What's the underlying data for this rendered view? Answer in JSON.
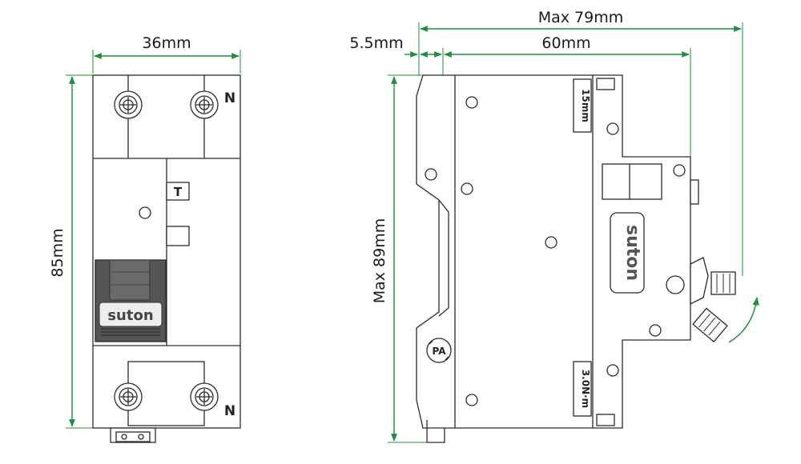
{
  "dimensions": {
    "front_width": "36mm",
    "front_height": "85mm",
    "side_max_width": "Max 79mm",
    "side_offset": "5.5mm",
    "side_body_width": "60mm",
    "side_max_height": "Max 89mm"
  },
  "labels": {
    "neutral_top": "N",
    "neutral_bottom": "N",
    "test_button": "T",
    "brand_front": "suton",
    "brand_side": "suton",
    "strip_length": "15mm",
    "torque": "3.0N·m",
    "material_mark": "PA"
  },
  "colors": {
    "dimension_lines": "#1d8f3e",
    "outline": "#2b2b2b"
  }
}
